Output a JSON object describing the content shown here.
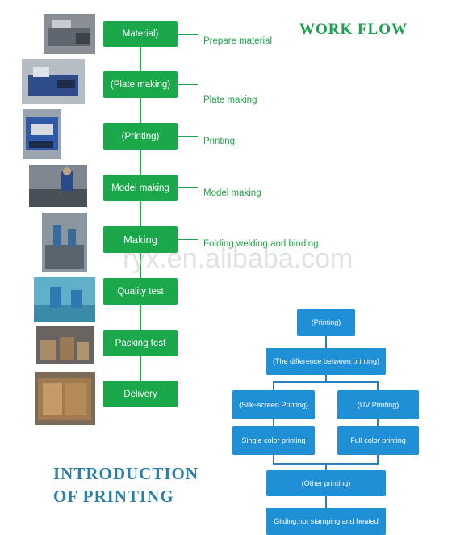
{
  "title": "WORK FLOW",
  "intro_title_line1": "INTRODUCTION",
  "intro_title_line2": "OF PRINTING",
  "watermark": "ryx.en.alibaba.com",
  "workflow": [
    {
      "step": "Material)",
      "desc": "Prepare material"
    },
    {
      "step": "(Plate making)",
      "desc": "Plate making"
    },
    {
      "step": "(Printing)",
      "desc": "Printing"
    },
    {
      "step": "Model making",
      "desc": "Model making"
    },
    {
      "step": "Making",
      "desc": "Folding,welding and binding"
    },
    {
      "step": "Quality test",
      "desc": ""
    },
    {
      "step": "Packing test",
      "desc": ""
    },
    {
      "step": "Delivery",
      "desc": ""
    }
  ],
  "printing_tree": {
    "root": "(Printing)",
    "difference": "(The difference between printing)",
    "silk": "(Silk~screen Printing)",
    "uv": "(UV Printing)",
    "single": "Single color printing",
    "full": "Full color printing",
    "other": "(Other printing)",
    "gilding": "Gilding,hot stamping and heated"
  },
  "colors": {
    "green": "#1aa84a",
    "blue": "#1f8fd6",
    "title_green": "#1aa050",
    "title_blue": "#2a7fa8"
  }
}
